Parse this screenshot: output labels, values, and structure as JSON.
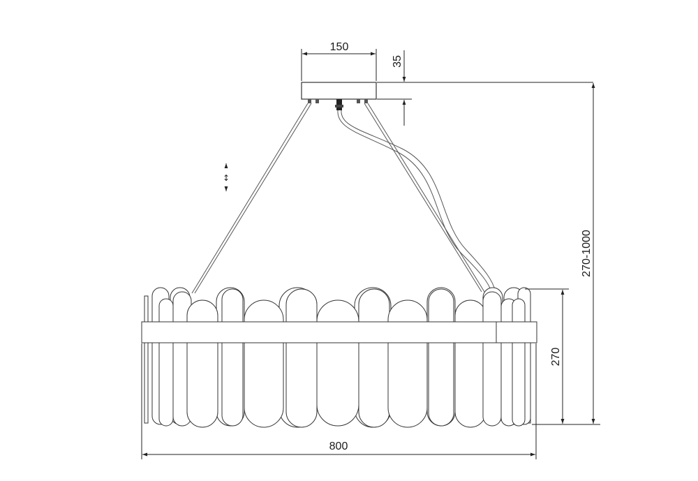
{
  "dimensions": {
    "canopy_width": "150",
    "canopy_height": "35",
    "overall_height_range": "270-1000",
    "body_height": "270",
    "overall_width": "800"
  },
  "adjust_marker": "↕"
}
